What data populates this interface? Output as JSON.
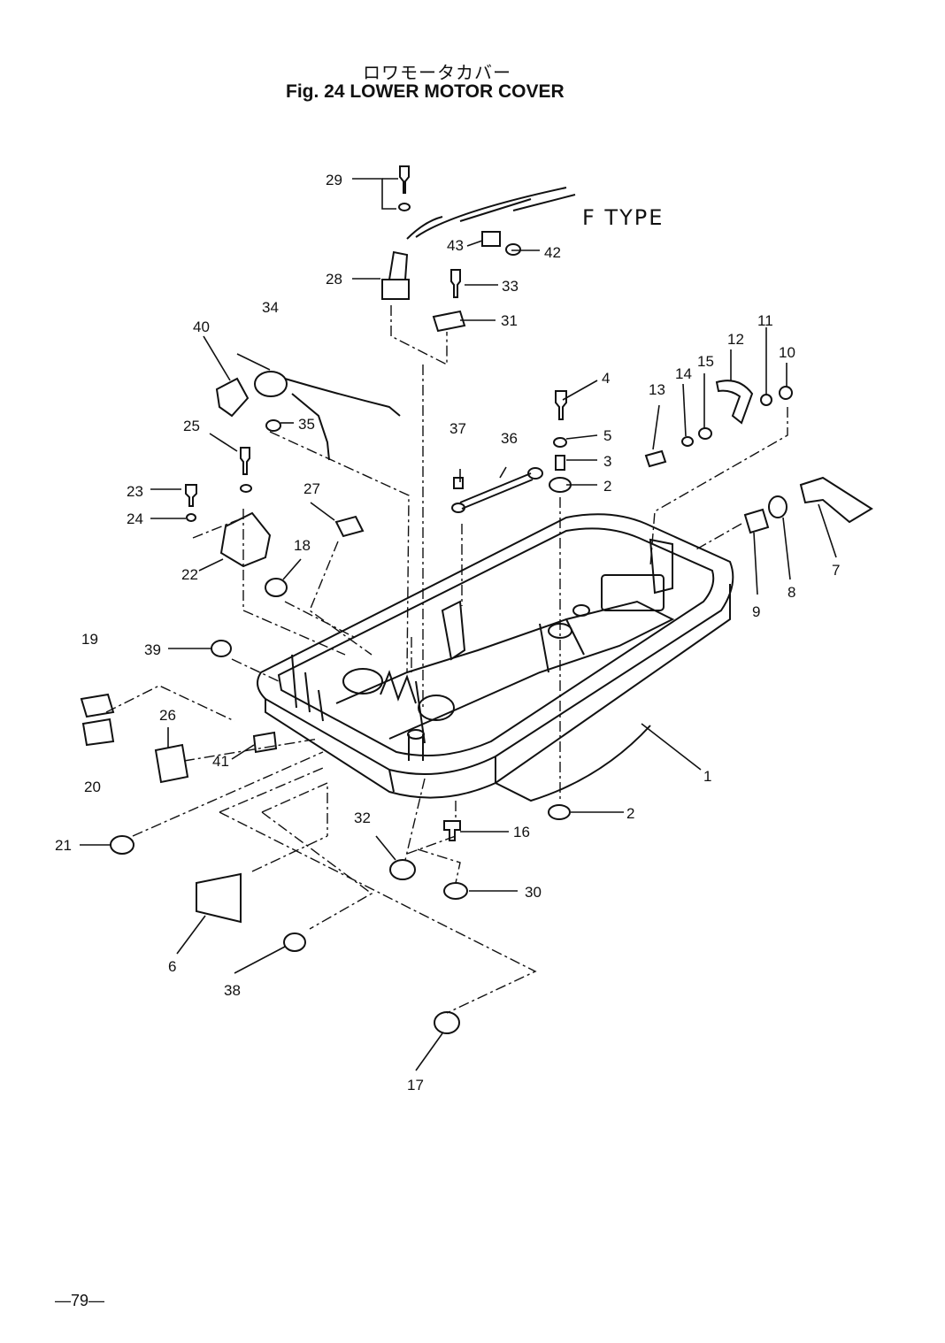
{
  "header": {
    "title_jp": "ロワモータカバー",
    "title_en": "Fig. 24   LOWER MOTOR COVER"
  },
  "variant_label": "F TYPE",
  "page_number": "—79—",
  "callouts": [
    "1",
    "2",
    "2",
    "3",
    "4",
    "5",
    "6",
    "7",
    "8",
    "9",
    "10",
    "11",
    "12",
    "13",
    "14",
    "15",
    "16",
    "17",
    "18",
    "19",
    "20",
    "21",
    "22",
    "23",
    "24",
    "25",
    "26",
    "27",
    "28",
    "29",
    "30",
    "31",
    "32",
    "33",
    "34",
    "35",
    "36",
    "37",
    "38",
    "39",
    "40",
    "41",
    "42",
    "43"
  ]
}
